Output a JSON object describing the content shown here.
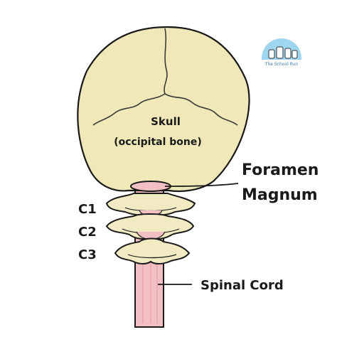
{
  "labels": {
    "skull_line1": "Skull",
    "skull_line2": "(occipital bone)",
    "foramen_line1": "Foramen",
    "foramen_line2": "Magnum",
    "c1": "C1",
    "c2": "C2",
    "c3": "C3",
    "spinal_cord": "Spinal Cord"
  },
  "logo": {
    "text": "The School Run"
  },
  "colors": {
    "skull": "#f0e8b8",
    "vertebra": "#f1eac2",
    "spinal_cord": "#f2c0c4",
    "outline": "#1a1a1a",
    "logo_sky": "#9fd6ef"
  }
}
